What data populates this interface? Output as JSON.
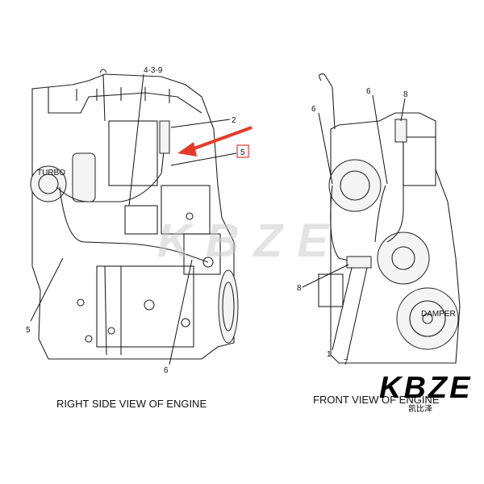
{
  "left_view": {
    "caption": "RIGHT SIDE VIEW OF ENGINE",
    "labels": {
      "ref_439": "4-3-9",
      "item_2": "2",
      "item_5_boxed": "5",
      "turbo": "TURBO",
      "item_5": "5",
      "item_6": "6"
    }
  },
  "right_view": {
    "caption": "FRONT VIEW OF ENGINE",
    "labels": {
      "item_6_left": "6",
      "item_6_right": "6",
      "item_8_top": "8",
      "item_8_left": "8",
      "item_1": "1",
      "item_7": "7",
      "damper": "DAMPER"
    }
  },
  "watermark": {
    "text": "KBZE"
  },
  "logo": {
    "text": "KBZE",
    "subtext": "凯比泽"
  },
  "colors": {
    "arrow": "#e53a2a",
    "logo": "#000000",
    "watermark": "#c8c8c8",
    "highlight_box": "#e53a2a"
  }
}
